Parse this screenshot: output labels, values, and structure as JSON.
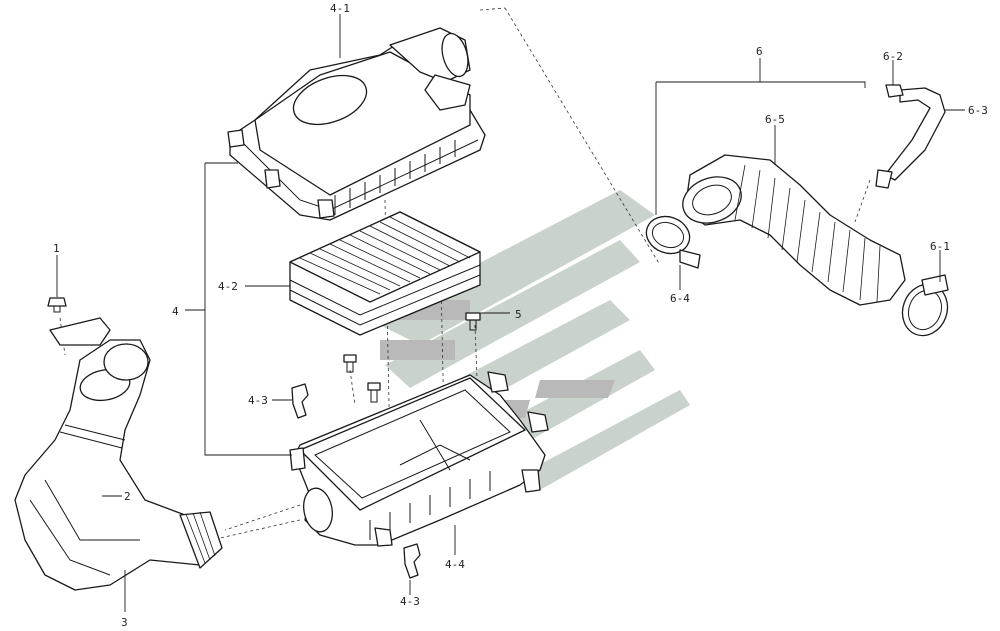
{
  "labels": {
    "p1": "1",
    "p2": "2",
    "p3": "3",
    "p4": "4",
    "p4_1": "4-1",
    "p4_2": "4-2",
    "p4_3a": "4-3",
    "p4_3b": "4-3",
    "p4_4": "4-4",
    "p5": "5",
    "p6": "6",
    "p6_1": "6-1",
    "p6_2": "6-2",
    "p6_3": "6-3",
    "p6_4": "6-4",
    "p6_5": "6-5"
  },
  "colors": {
    "line": "#1a1a1a",
    "watermark_green": "#c9d3cc",
    "watermark_gray": "#b9b9b9"
  }
}
